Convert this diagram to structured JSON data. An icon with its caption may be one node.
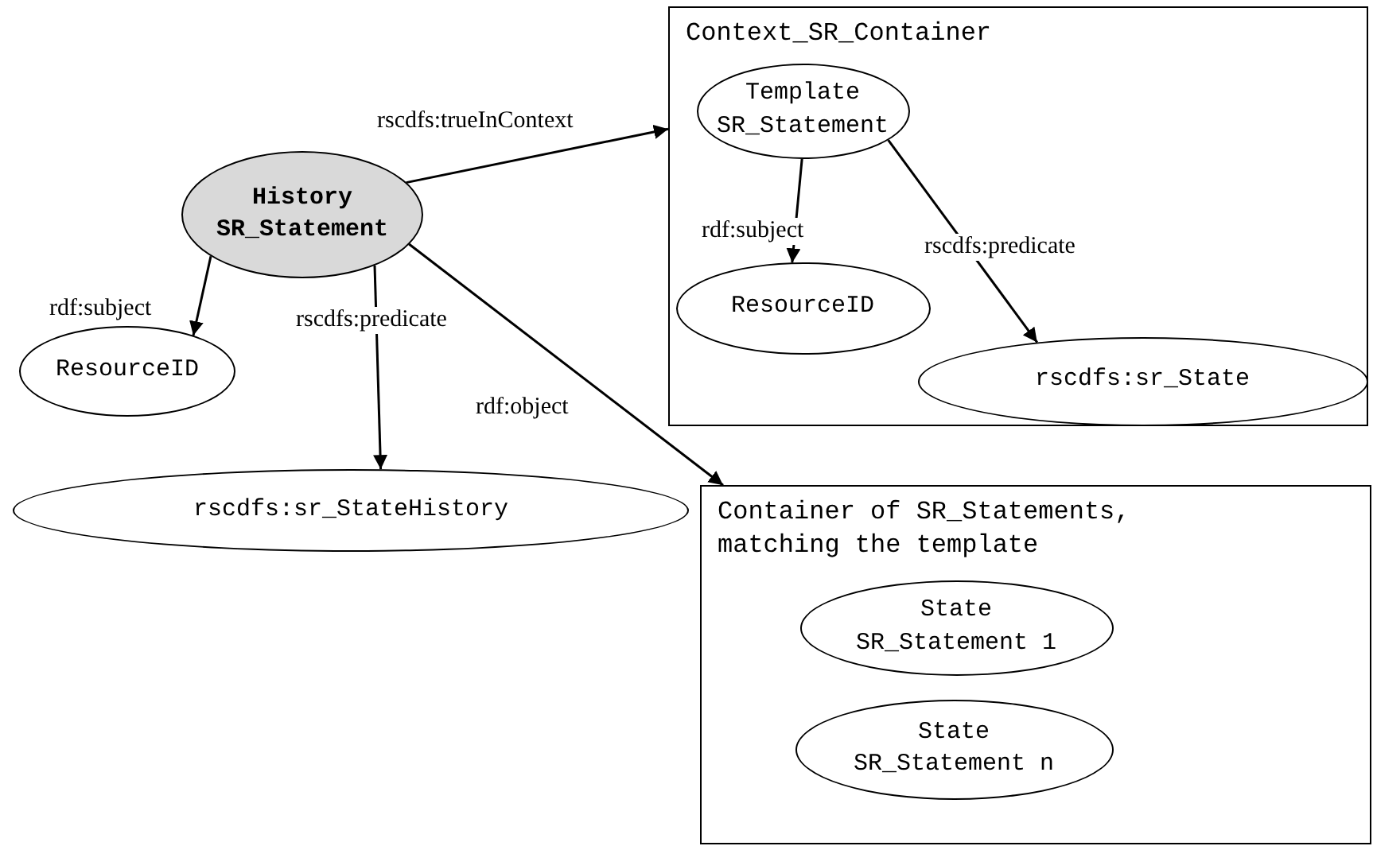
{
  "diagram": {
    "nodes": [
      {
        "text": [
          "History SR_Statement"
        ]
      },
      {
        "text": [
          "ResourceID"
        ]
      },
      {
        "text": [
          "rscdfs:sr_StateHistory"
        ]
      },
      {
        "text": [
          "Context_SR_Container"
        ]
      },
      {
        "text": [
          "Template SR_Statement"
        ],
        "in": 3
      },
      {
        "text": [
          "ResourceID"
        ],
        "in": 3
      },
      {
        "text": [
          "rscdfs:sr_State"
        ],
        "in": 3
      },
      {
        "text": [
          "Container of SR_Statements, matching the template"
        ]
      },
      {
        "text": [
          "State SR_Statement 1"
        ],
        "in": 7
      },
      {
        "text": [
          "State SR_Statement n"
        ],
        "in": 7
      }
    ],
    "edges": [
      {
        "from": 0,
        "to": 3,
        "arrow": "to",
        "label": "rscdfs:trueInContext"
      },
      {
        "from": 0,
        "to": 1,
        "arrow": "to",
        "label": "rdf:subject"
      },
      {
        "from": 0,
        "to": 2,
        "arrow": "to",
        "label": "rscdfs:predicate"
      },
      {
        "from": 0,
        "to": 7,
        "arrow": "to",
        "label": "rdf:object"
      },
      {
        "from": 4,
        "to": 5,
        "arrow": "to",
        "label": "rdf:subject"
      },
      {
        "from": 4,
        "to": 6,
        "arrow": "to",
        "label": "rscdfs:predicate"
      }
    ]
  }
}
